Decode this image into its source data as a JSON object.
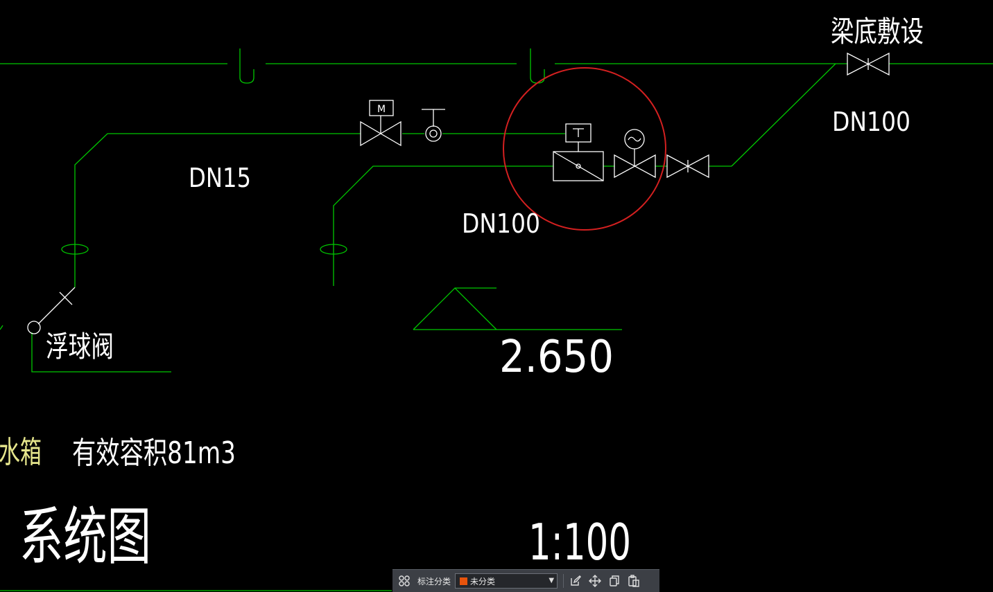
{
  "labels": {
    "beam_bottom": "梁底敷设",
    "dn100_right": "DN100",
    "dn15": "DN15",
    "dn100_center": "DN100",
    "float_valve": "浮球阀",
    "elevation": "2.650",
    "tank_prefix": "水箱",
    "tank_volume": "有效容积81m3",
    "system_title_partial": "系统图",
    "scale": "1:100",
    "motor_symbol": "M",
    "thermostat_symbol": "T"
  },
  "colors": {
    "background": "#000000",
    "pipe_green": "#00c800",
    "symbol_white": "#ffffff",
    "highlight_red": "#d42020",
    "yellow_text": "#e6e68c",
    "toolbar_bg": "#3c3f45",
    "category_swatch": "#e8540c"
  },
  "toolbar": {
    "annotation_category_label": "标注分类",
    "category_value": "未分类",
    "icons": [
      "grid-icon",
      "edit-icon",
      "move-icon",
      "copy-icon",
      "paste-icon"
    ]
  }
}
